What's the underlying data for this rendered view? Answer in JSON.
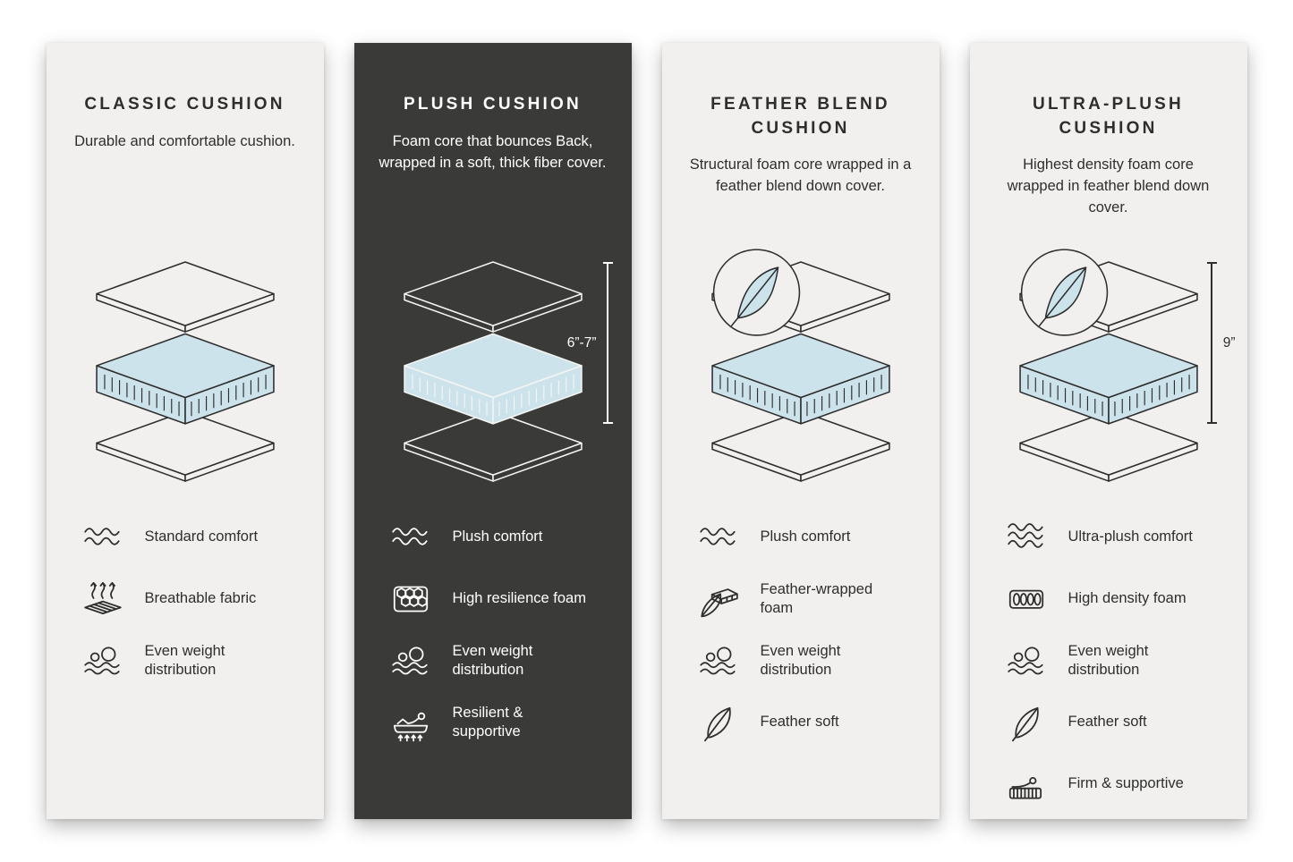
{
  "colors": {
    "panel_light_bg": "#f1f0ee",
    "panel_dark_bg": "#3a3a38",
    "foam_blue": "#cde3ec",
    "line_dark": "#2e2e2e",
    "text_light": "#ffffff"
  },
  "panels": [
    {
      "id": "classic",
      "theme": "light",
      "title": "CLASSIC CUSHION",
      "description": "Durable and comfortable cushion.",
      "illustration": {
        "feather_badge": false,
        "measurement": null
      },
      "features": [
        {
          "icon": "waves-icon",
          "label": "Standard comfort"
        },
        {
          "icon": "breathable-icon",
          "label": "Breathable fabric"
        },
        {
          "icon": "even-weight-icon",
          "label": "Even weight distribution"
        }
      ]
    },
    {
      "id": "plush",
      "theme": "dark",
      "title": "PLUSH CUSHION",
      "description": "Foam core that bounces Back, wrapped in a soft, thick fiber cover.",
      "illustration": {
        "feather_badge": false,
        "measurement": "6”-7”"
      },
      "features": [
        {
          "icon": "waves-icon",
          "label": "Plush comfort"
        },
        {
          "icon": "honeycomb-icon",
          "label": "High resilience foam"
        },
        {
          "icon": "even-weight-icon",
          "label": "Even weight distribution"
        },
        {
          "icon": "resilient-icon",
          "label": "Resilient & supportive"
        }
      ]
    },
    {
      "id": "feather-blend",
      "theme": "light",
      "title": "FEATHER BLEND CUSHION",
      "description": "Structural foam core wrapped in a feather blend down cover.",
      "illustration": {
        "feather_badge": true,
        "measurement": null
      },
      "features": [
        {
          "icon": "waves-icon",
          "label": "Plush comfort"
        },
        {
          "icon": "feather-foam-icon",
          "label": "Feather-wrapped foam"
        },
        {
          "icon": "even-weight-icon",
          "label": "Even weight distribution"
        },
        {
          "icon": "feather-icon",
          "label": "Feather soft"
        }
      ]
    },
    {
      "id": "ultra-plush",
      "theme": "light",
      "title": "ULTRA-PLUSH CUSHION",
      "description": "Highest density foam core wrapped in feather blend down cover.",
      "illustration": {
        "feather_badge": true,
        "measurement": "9”"
      },
      "features": [
        {
          "icon": "waves3-icon",
          "label": "Ultra-plush comfort"
        },
        {
          "icon": "density-foam-icon",
          "label": "High density foam"
        },
        {
          "icon": "even-weight-icon",
          "label": "Even weight distribution"
        },
        {
          "icon": "feather-icon",
          "label": "Feather soft"
        },
        {
          "icon": "firm-icon",
          "label": "Firm & supportive"
        }
      ]
    }
  ]
}
